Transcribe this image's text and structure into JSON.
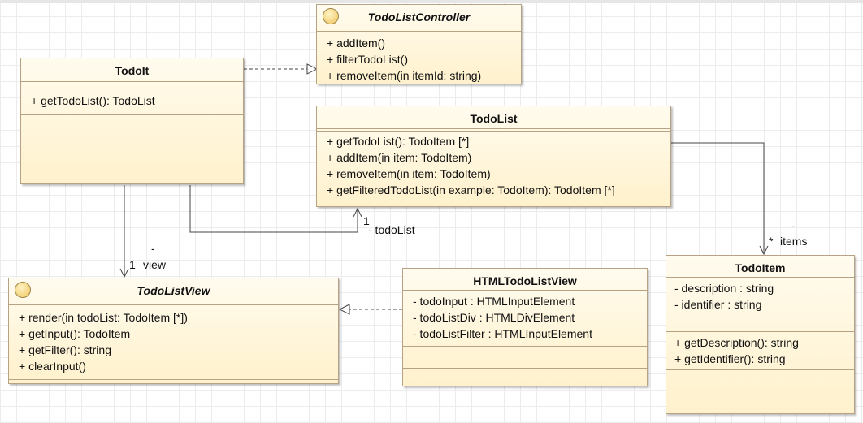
{
  "classes": {
    "todoit": {
      "name": "TodoIt",
      "methods": [
        "+ getTodoList(): TodoList"
      ]
    },
    "controller": {
      "name": "TodoListController",
      "methods": [
        "+ addItem()",
        "+ filterTodoList()",
        "+ removeItem(in itemId: string)"
      ]
    },
    "todolist": {
      "name": "TodoList",
      "methods": [
        "+ getTodoList(): TodoItem [*]",
        "+ addItem(in item: TodoItem)",
        "+ removeItem(in item: TodoItem)",
        "+ getFilteredTodoList(in example: TodoItem): TodoItem [*]"
      ]
    },
    "view": {
      "name": "TodoListView",
      "methods": [
        "+ render(in todoList: TodoItem [*])",
        "+ getInput(): TodoItem",
        "+ getFilter(): string",
        "+ clearInput()"
      ]
    },
    "htmlview": {
      "name": "HTMLTodoListView",
      "attributes": [
        "- todoInput : HTMLInputElement",
        "- todoListDiv : HTMLDivElement",
        "- todoListFilter : HTMLInputElement"
      ]
    },
    "todoitem": {
      "name": "TodoItem",
      "attributes": [
        "- description : string",
        "- identifier : string"
      ],
      "methods": [
        "+ getDescription(): string",
        "+ getIdentifier(): string"
      ]
    }
  },
  "edges": {
    "todolist_assoc": {
      "multiplicity": "1",
      "role": "- todoList"
    },
    "view_assoc": {
      "multiplicity": "1",
      "visibility": "-",
      "role": "view"
    },
    "items_assoc": {
      "multiplicity": "*",
      "visibility": "-",
      "role": "items"
    }
  },
  "colors": {
    "fill_top": "#fffbee",
    "fill_bottom": "#fff1cc",
    "border": "#b7a283",
    "edge": "#444444",
    "interface_icon": "#f3d27a"
  }
}
